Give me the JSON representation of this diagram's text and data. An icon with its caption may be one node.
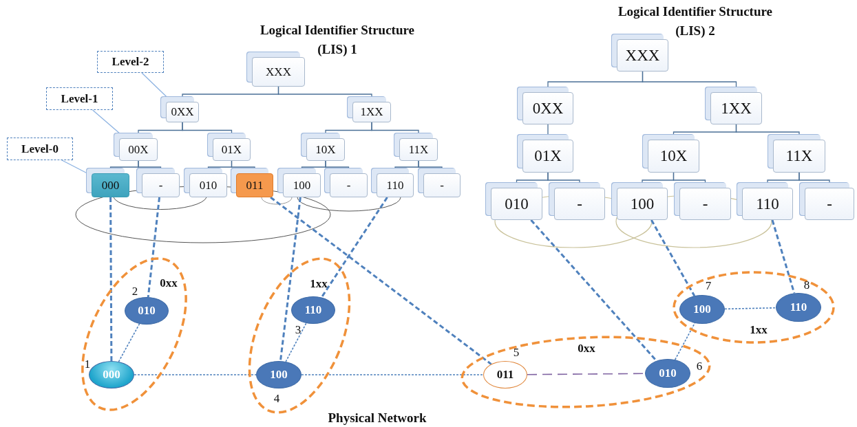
{
  "diagram": {
    "nodes": [
      {
        "text": [
          "XXX"
        ]
      },
      {
        "text": [
          "0XX"
        ]
      },
      {
        "text": [
          "1XX"
        ]
      },
      {
        "text": [
          "00X"
        ]
      },
      {
        "text": [
          "01X"
        ]
      },
      {
        "text": [
          "10X"
        ]
      },
      {
        "text": [
          "11X"
        ]
      },
      {
        "text": [
          "000"
        ]
      },
      {
        "text": [
          "-"
        ]
      },
      {
        "text": [
          "010"
        ]
      },
      {
        "text": [
          "011"
        ]
      },
      {
        "text": [
          "100"
        ]
      },
      {
        "text": [
          "-"
        ]
      },
      {
        "text": [
          "110"
        ]
      },
      {
        "text": [
          "-"
        ]
      },
      {
        "text": [
          "XXX"
        ]
      },
      {
        "text": [
          "0XX"
        ]
      },
      {
        "text": [
          "1XX"
        ]
      },
      {
        "text": [
          "01X"
        ]
      },
      {
        "text": [
          "10X"
        ]
      },
      {
        "text": [
          "11X"
        ]
      },
      {
        "text": [
          "010"
        ]
      },
      {
        "text": [
          "-"
        ]
      },
      {
        "text": [
          "100"
        ]
      },
      {
        "text": [
          "-"
        ]
      },
      {
        "text": [
          "110"
        ]
      },
      {
        "text": [
          "-"
        ]
      },
      {
        "text": [
          "Level-2"
        ]
      },
      {
        "text": [
          "Level-1"
        ]
      },
      {
        "text": [
          "Level-0"
        ]
      },
      {
        "text": [
          "0xx"
        ]
      },
      {
        "text": [
          "000"
        ],
        "in": 30,
        "beside": [
          "1"
        ]
      },
      {
        "text": [
          "010"
        ],
        "in": 30,
        "beside": [
          "2"
        ]
      },
      {
        "text": [
          "1xx"
        ]
      },
      {
        "text": [
          "110"
        ],
        "in": 33,
        "beside": [
          "3"
        ]
      },
      {
        "text": [
          "100"
        ],
        "in": 33,
        "beside": [
          "4"
        ]
      },
      {
        "text": [
          "0xx"
        ]
      },
      {
        "text": [
          "011"
        ],
        "in": 36,
        "beside": [
          "5"
        ]
      },
      {
        "text": [
          "010"
        ],
        "in": 36,
        "beside": [
          "6"
        ]
      },
      {
        "text": [
          "1xx"
        ]
      },
      {
        "text": [
          "100"
        ],
        "in": 39,
        "beside": [
          "7"
        ]
      },
      {
        "text": [
          "110"
        ],
        "in": 39,
        "beside": [
          "8"
        ]
      }
    ],
    "edges": [
      {
        "from": 0,
        "to": 1,
        "arrow": "none"
      },
      {
        "from": 0,
        "to": 2,
        "arrow": "none"
      },
      {
        "from": 1,
        "to": 3,
        "arrow": "none"
      },
      {
        "from": 1,
        "to": 4,
        "arrow": "none"
      },
      {
        "from": 2,
        "to": 5,
        "arrow": "none"
      },
      {
        "from": 2,
        "to": 6,
        "arrow": "none"
      },
      {
        "from": 3,
        "to": 7,
        "arrow": "none"
      },
      {
        "from": 3,
        "to": 8,
        "arrow": "none"
      },
      {
        "from": 4,
        "to": 9,
        "arrow": "none"
      },
      {
        "from": 4,
        "to": 10,
        "arrow": "none"
      },
      {
        "from": 5,
        "to": 11,
        "arrow": "none"
      },
      {
        "from": 5,
        "to": 12,
        "arrow": "none"
      },
      {
        "from": 6,
        "to": 13,
        "arrow": "none"
      },
      {
        "from": 6,
        "to": 14,
        "arrow": "none"
      },
      {
        "from": 15,
        "to": 16,
        "arrow": "none"
      },
      {
        "from": 15,
        "to": 17,
        "arrow": "none"
      },
      {
        "from": 16,
        "to": 18,
        "arrow": "none"
      },
      {
        "from": 17,
        "to": 19,
        "arrow": "none"
      },
      {
        "from": 17,
        "to": 20,
        "arrow": "none"
      },
      {
        "from": 18,
        "to": 21,
        "arrow": "none"
      },
      {
        "from": 18,
        "to": 22,
        "arrow": "none"
      },
      {
        "from": 19,
        "to": 23,
        "arrow": "none"
      },
      {
        "from": 19,
        "to": 24,
        "arrow": "none"
      },
      {
        "from": 20,
        "to": 25,
        "arrow": "none"
      },
      {
        "from": 20,
        "to": 26,
        "arrow": "none"
      },
      {
        "from": 27,
        "to": 1,
        "arrow": "to"
      },
      {
        "from": 28,
        "to": 3,
        "arrow": "to"
      },
      {
        "from": 29,
        "to": 7,
        "arrow": "to"
      },
      {
        "from": 7,
        "to": 31,
        "arrow": "none",
        "style": "dashed"
      },
      {
        "from": 8,
        "to": 32,
        "arrow": "none",
        "style": "dashed"
      },
      {
        "from": 10,
        "to": 37,
        "arrow": "none",
        "style": "dashed"
      },
      {
        "from": 11,
        "to": 35,
        "arrow": "none",
        "style": "dashed"
      },
      {
        "from": 13,
        "to": 34,
        "arrow": "none",
        "style": "dashed"
      },
      {
        "from": 21,
        "to": 38,
        "arrow": "none",
        "style": "dashed"
      },
      {
        "from": 23,
        "to": 40,
        "arrow": "none",
        "style": "dashed"
      },
      {
        "from": 25,
        "to": 41,
        "arrow": "none",
        "style": "dashed"
      },
      {
        "from": 31,
        "to": 32,
        "arrow": "none",
        "style": "dashed"
      },
      {
        "from": 31,
        "to": 35,
        "arrow": "none",
        "style": "dashed"
      },
      {
        "from": 35,
        "to": 34,
        "arrow": "none",
        "style": "dashed"
      },
      {
        "from": 35,
        "to": 37,
        "arrow": "none",
        "style": "dashed"
      },
      {
        "from": 37,
        "to": 38,
        "arrow": "none",
        "style": "dashed",
        "color": "#8064a2"
      },
      {
        "from": 38,
        "to": 40,
        "arrow": "none",
        "style": "dashed"
      },
      {
        "from": 40,
        "to": 41,
        "arrow": "none",
        "style": "dashed"
      }
    ],
    "labels": [
      "Logical Identifier Structure (LIS) 1",
      "Logical Identifier Structure (LIS) 2",
      "Physical Network"
    ]
  }
}
